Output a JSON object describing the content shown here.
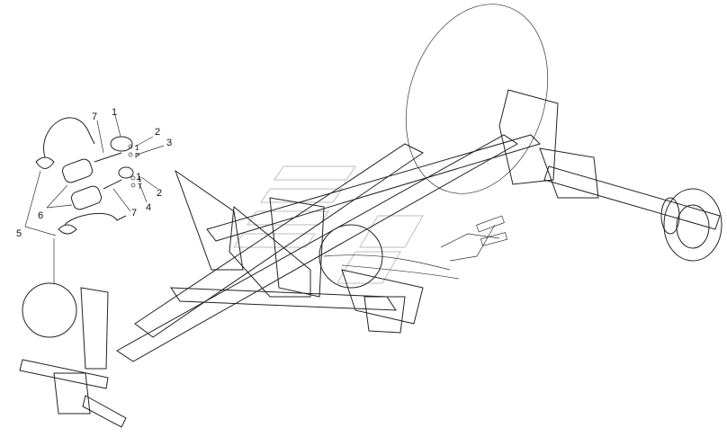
{
  "figure": {
    "callouts": {
      "c1_top": "1",
      "c2_top": "2",
      "c3": "3",
      "c7_top": "7",
      "c1_mid": "1",
      "c2_mid": "2",
      "c4": "4",
      "c6": "6",
      "c7_mid": "7",
      "c5": "5"
    },
    "small_tags": {
      "tag_1a": "1",
      "tag_p": "P",
      "tag_1b": "1",
      "tag_t": "T"
    }
  }
}
